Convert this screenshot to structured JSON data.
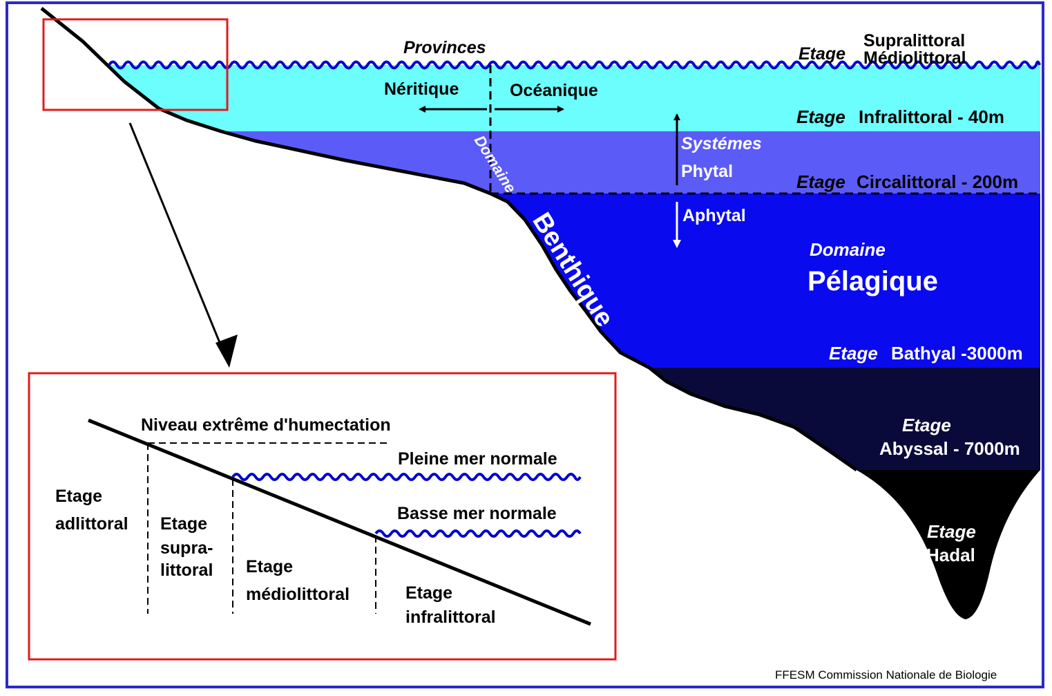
{
  "labels": {
    "provinces": "Provinces",
    "neritique": "Néritique",
    "oceanique": "Océanique",
    "etage_top": "Etage",
    "supralittoral": "Supralittoral",
    "mediolittoral": "Médiolittoral",
    "infra_etage": "Etage",
    "infra_name": "Infralittoral - 40m",
    "systemes": "Systémes",
    "phytal": "Phytal",
    "circa_etage": "Etage",
    "circa_name": "Circalittoral - 200m",
    "aphytal": "Aphytal",
    "domaine_small": "Domaine",
    "benthique": "Benthique",
    "domaine_pelagique": "Domaine",
    "pelagique": "Pélagique",
    "bathyal_etage": "Etage",
    "bathyal_name": "Bathyal -3000m",
    "abyssal_etage": "Etage",
    "abyssal_name": "Abyssal - 7000m",
    "hadal_etage": "Etage",
    "hadal_name": "Hadal"
  },
  "inset": {
    "niveau": "Niveau extrême d'humectation",
    "pleine_mer": "Pleine mer normale",
    "basse_mer": "Basse mer normale",
    "adlittoral": [
      "Etage",
      "adlittoral"
    ],
    "supralittoral": [
      "Etage",
      "supra-",
      "littoral"
    ],
    "mediolittoral": [
      "Etage",
      "médiolittoral"
    ],
    "infralittoral": [
      "Etage",
      "infralittoral"
    ]
  },
  "credit": "FFESM Commission Nationale de Biologie",
  "colors": {
    "frame": "#2a2acc",
    "inset_frame": "#e11b1b",
    "infralittoral_water": "#6cfdfd",
    "circalittoral_water": "#5b5bf8",
    "bathyal_water": "#0a0aee",
    "abyssal_water": "#0a0a3a",
    "hadal_water": "#000000"
  }
}
